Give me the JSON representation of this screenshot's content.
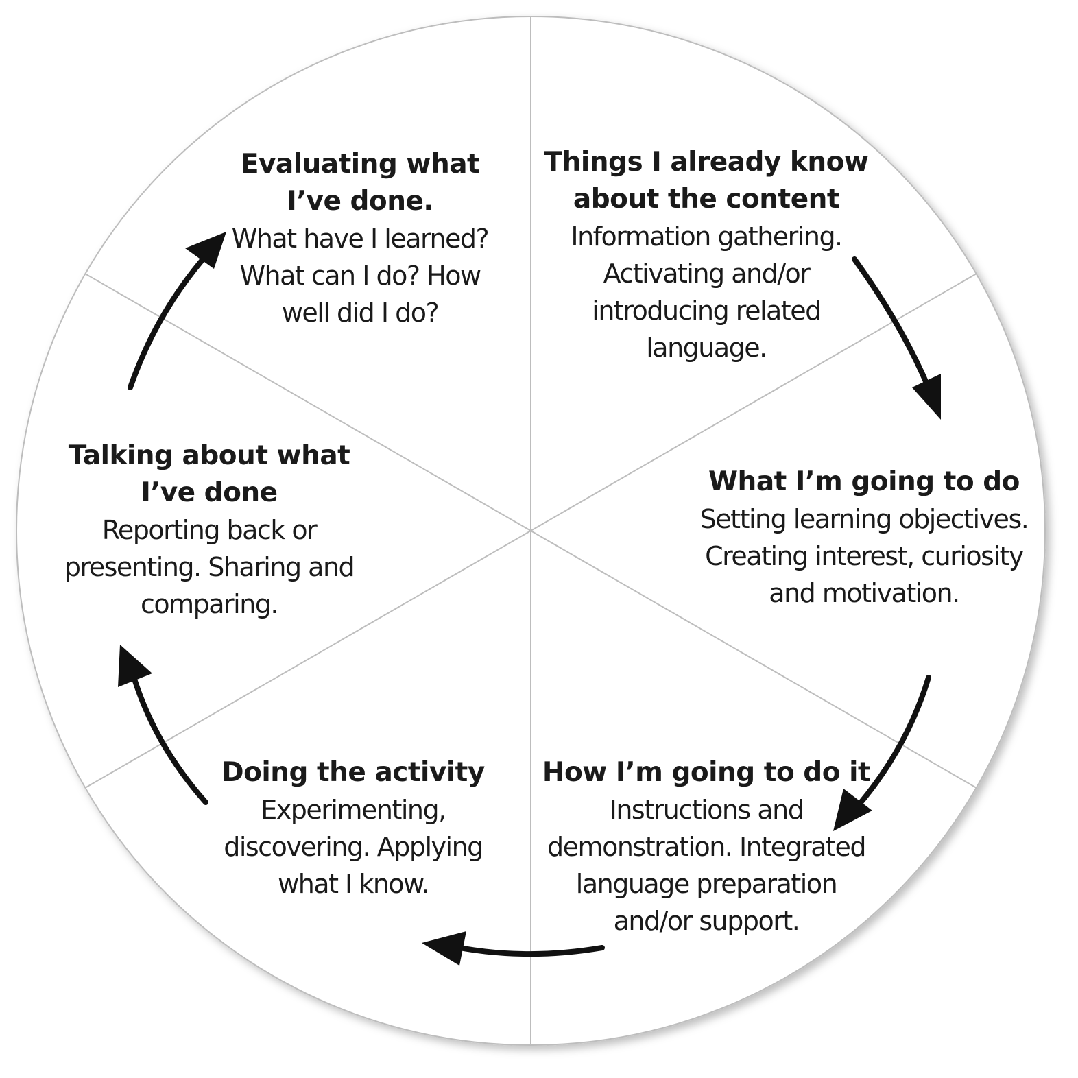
{
  "colors": {
    "background": "#ffffff",
    "circle_outline": "#bdbdbd",
    "divider": "#bdbdbd",
    "arrow": "#111111",
    "text": "#1a1a1a"
  },
  "segments": [
    {
      "title": "Things I already know\nabout the content",
      "body": "Information gathering.\nActivating and/or\nintroducing related\nlanguage."
    },
    {
      "title": "What I’m going to do",
      "body": "Setting learning objectives.\nCreating interest, curiosity\nand motivation."
    },
    {
      "title": "How I’m going to do it",
      "body": "Instructions and\ndemonstration. Integrated\nlanguage preparation\nand/or support."
    },
    {
      "title": "Doing the activity",
      "body": "Experimenting,\ndiscovering. Applying\nwhat I know."
    },
    {
      "title": "Talking about what\nI’ve done",
      "body": "Reporting back or\npresenting. Sharing and\ncomparing."
    },
    {
      "title": "Evaluating what\nI’ve done.",
      "body": "What have I learned?\nWhat can I do? How\nwell did I do?"
    }
  ],
  "arrows": [
    {
      "direction": "clockwise",
      "icon": "curved-arrow-icon"
    },
    {
      "direction": "clockwise",
      "icon": "curved-arrow-icon"
    },
    {
      "direction": "clockwise",
      "icon": "curved-arrow-icon"
    },
    {
      "direction": "clockwise",
      "icon": "curved-arrow-icon"
    },
    {
      "direction": "clockwise",
      "icon": "curved-arrow-icon"
    }
  ]
}
